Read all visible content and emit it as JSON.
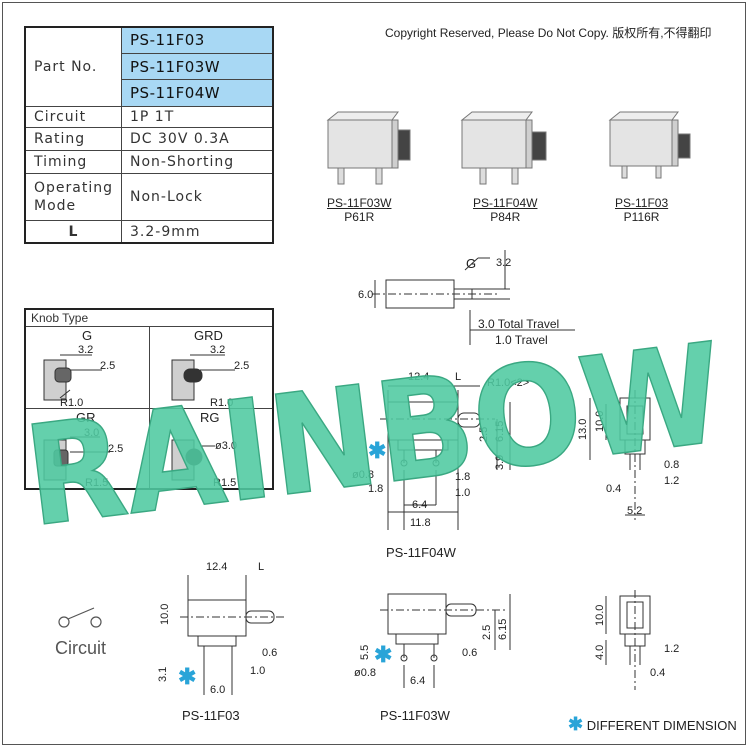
{
  "copyright": "Copyright Reserved, Please Do Not Copy. 版权所有,不得翻印",
  "spec_table": {
    "part_no_label": "Part No.",
    "part_numbers": [
      "PS-11F03",
      "PS-11F03W",
      "PS-11F04W"
    ],
    "rows": [
      {
        "label": "Circuit",
        "value": "1P 1T"
      },
      {
        "label": "Rating",
        "value": "DC 30V 0.3A"
      },
      {
        "label": "Timing",
        "value": "Non-Shorting"
      },
      {
        "label": "Operating Mode",
        "value": "Non-Lock"
      },
      {
        "label": "L",
        "value": "3.2-9mm"
      }
    ]
  },
  "products": [
    {
      "name": "PS-11F03W",
      "code": "P61R"
    },
    {
      "name": "PS-11F04W",
      "code": "P84R"
    },
    {
      "name": "PS-11F03",
      "code": "P116R"
    }
  ],
  "knob_types": {
    "title": "Knob Type",
    "items": [
      {
        "name": "G",
        "dims": [
          "3.2",
          "2.5",
          "R1.0"
        ]
      },
      {
        "name": "GRD",
        "dims": [
          "3.2",
          "2.5",
          "R1.0"
        ]
      },
      {
        "name": "GR",
        "dims": [
          "3.0",
          "2.5",
          "R1.5"
        ]
      },
      {
        "name": "RG",
        "dims": [
          "ø3.0",
          "R1.5"
        ]
      }
    ]
  },
  "watermark": "RAINBOW",
  "top_view": {
    "G": "G",
    "d_height": "6.0",
    "d_knob": "3.2",
    "total_travel": "3.0  Total  Travel",
    "travel": "1.0  Travel"
  },
  "f04w_drawing": {
    "caption": "PS-11F04W",
    "dims": [
      "12.4",
      "L",
      "R1.0<2>",
      "2.5",
      "6.15",
      "3.9",
      "ø0.8",
      "1.8",
      "1.8",
      "1.0",
      "6.4",
      "11.8"
    ]
  },
  "side_view_top": {
    "dims": [
      "13.0",
      "10.0",
      "0.8",
      "0.4",
      "1.2",
      "5.2"
    ]
  },
  "f03_drawing": {
    "caption": "PS-11F03",
    "dims": [
      "12.4",
      "L",
      "10.0",
      "0.6",
      "1.0",
      "3.1",
      "6.0"
    ]
  },
  "f03w_drawing": {
    "caption": "PS-11F03W",
    "dims": [
      "5.5",
      "ø0.8",
      "2.5",
      "6.15",
      "0.6",
      "6.4"
    ]
  },
  "side_view_bottom": {
    "dims": [
      "10.0",
      "4.0",
      "1.2",
      "0.4"
    ]
  },
  "circuit_label": "Circuit",
  "legend": {
    "text": "DIFFERENT DIMENSION"
  },
  "colors": {
    "part_bg": "#a8d8f4",
    "watermark": "#4ec9a0",
    "star": "#29a4d8"
  }
}
